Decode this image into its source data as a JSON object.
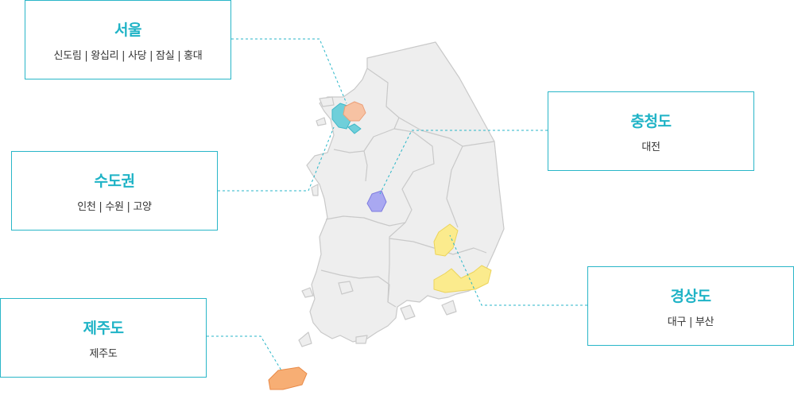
{
  "regions": [
    {
      "id": "seoul",
      "title": "서울",
      "subtitle": "신도림 | 왕십리 | 사당 | 잠실 | 홍대",
      "color": "#f7c2a3"
    },
    {
      "id": "sudo",
      "title": "수도권",
      "subtitle": "인천 | 수원 | 고양",
      "color": "#6fcfda"
    },
    {
      "id": "chungcheong",
      "title": "충청도",
      "subtitle": "대전",
      "color": "#a9a8f1"
    },
    {
      "id": "gyeongsang",
      "title": "경상도",
      "subtitle": "대구 | 부산",
      "color": "#fbeb8d"
    },
    {
      "id": "jeju",
      "title": "제주도",
      "subtitle": "제주도",
      "color": "#f7ae74"
    }
  ],
  "colors": {
    "accent": "#1fb3c6",
    "box_border": "#29b6c8",
    "map_fill": "#eeeeee",
    "map_stroke": "#c9c9c9"
  }
}
